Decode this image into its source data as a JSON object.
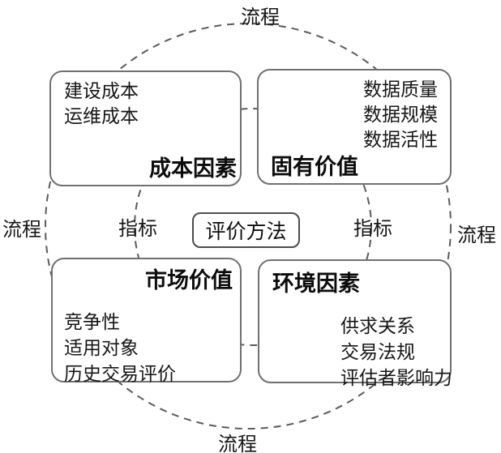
{
  "center": {
    "label": "评价方法"
  },
  "ring_labels": {
    "top": "流程",
    "left": "流程",
    "right": "流程",
    "bottom": "流程"
  },
  "axis_labels": {
    "left": "指标",
    "right": "指标"
  },
  "quadrants": [
    {
      "id": "cost",
      "title": "成本因素",
      "items": [
        "建设成本",
        "运维成本"
      ]
    },
    {
      "id": "inherent",
      "title": "固有价值",
      "items": [
        "数据质量",
        "数据规模",
        "数据活性"
      ]
    },
    {
      "id": "market",
      "title": "市场价值",
      "items": [
        "竞争性",
        "适用对象",
        "历史交易评价"
      ]
    },
    {
      "id": "environment",
      "title": "环境因素",
      "items": [
        "供求关系",
        "交易法规",
        "评估者影响力"
      ]
    }
  ],
  "colors": {
    "background": "#ffffff",
    "text": "#111111",
    "box_border": "#707070",
    "center_box_border": "#4c4c4c",
    "ring_stroke": "#5b5b5b"
  }
}
